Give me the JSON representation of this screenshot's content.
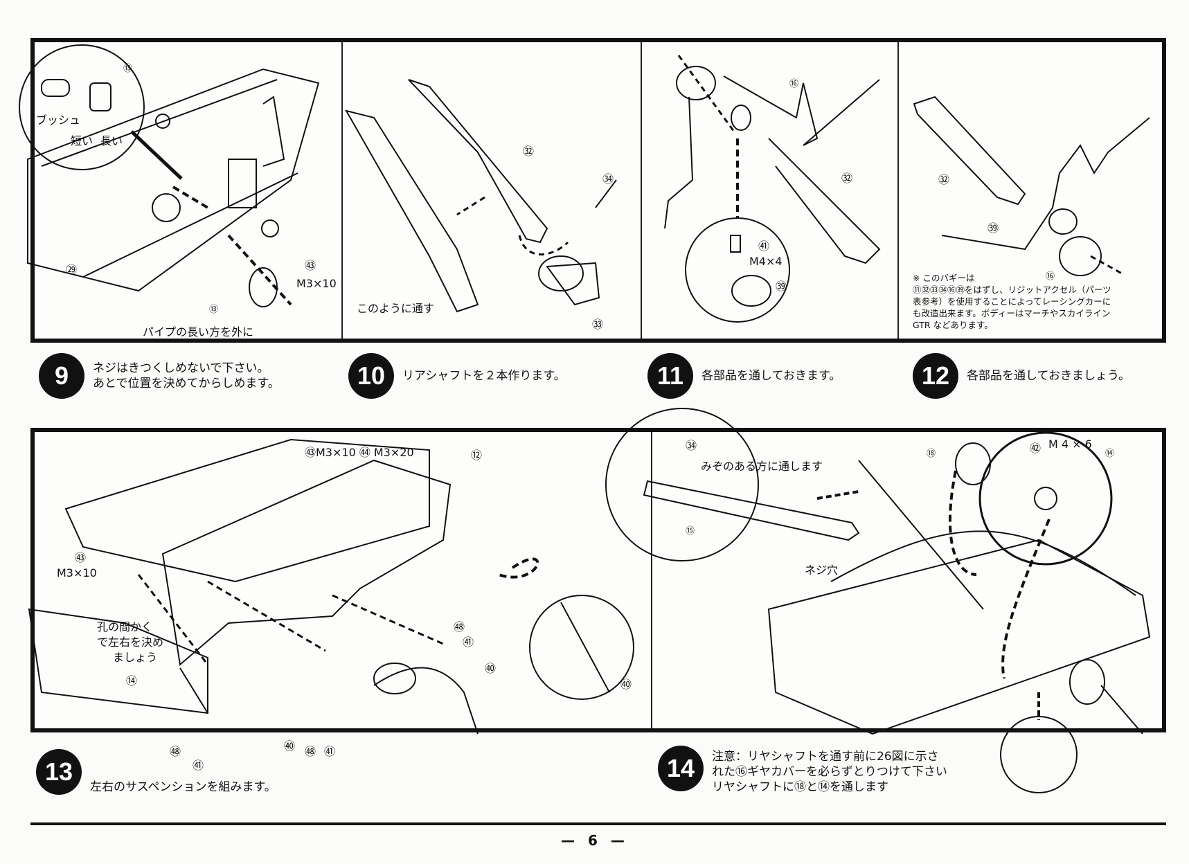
{
  "panels_top": [
    {
      "step": "9",
      "text_lines": [
        "ネジはきつくしめないで下さい。",
        "あとで位置を決めてからしめます。"
      ],
      "labels": {
        "bush": "ブッシュ",
        "short": "短い",
        "long": "長い",
        "part_113a": "⑬",
        "part_29": "㉙",
        "part_73": "㊸",
        "screw": "M3×10",
        "part_113b": "⑬",
        "pipe_note": "パイプの長い方を外に"
      }
    },
    {
      "step": "10",
      "text_lines": [
        "リアシャフトを２本作ります。"
      ],
      "labels": {
        "part_32": "㉜",
        "part_34": "㉞",
        "part_33": "㉝",
        "pass_note": "このように通す"
      }
    },
    {
      "step": "11",
      "text_lines": [
        "各部品を通しておきます。"
      ],
      "labels": {
        "part_116": "⑯",
        "part_32": "㉜",
        "part_71": "㊶",
        "screw": "M4×4",
        "part_39": "㊴"
      }
    },
    {
      "step": "12",
      "text_lines": [
        "各部品を通しておきましょう。"
      ],
      "labels": {
        "part_32": "㉜",
        "part_39": "㊴",
        "part_116": "⑯"
      },
      "note_lines": [
        "※ このバギーは",
        "⑪㉜㉝㉞⑯㊴をはずし、リジットアクセル（パーツ",
        "表参考）を使用することによってレーシングカーに",
        "も改造出来ます。ボディーはマーチやスカイライン",
        "GTR などあります。"
      ]
    }
  ],
  "panels_bottom": [
    {
      "step": "13",
      "text_lines": [
        "左右のサスペンションを組みます。"
      ],
      "labels": {
        "screws_top": "㊸M3×10 ㊹ M3×20",
        "part_12": "⑫",
        "part_73": "㊸",
        "screw_left": "M3×10",
        "hole_note_1": "孔の間かく",
        "hole_note_2": "で左右を決め",
        "hole_note_3": "ましょう",
        "part_14": "⑭",
        "part_84a": "㊽",
        "part_81a": "㊶",
        "part_84b": "㊽",
        "part_81b": "㊶",
        "part_40a": "㊵",
        "part_84c": "㊽",
        "part_81c": "㊶",
        "part_40b": "㊵",
        "part_40c": "㊵"
      }
    },
    {
      "step": "14",
      "text_lines": [
        "注意：リヤシャフトを通す前に26図に示さ",
        "れた⑯ギヤカバーを必らずとりつけて下さい",
        "リヤシャフトに⑱と⑭を通します"
      ],
      "labels": {
        "part_34": "㉞",
        "groove_note": "みぞのある方に通します",
        "part_115": "⑮",
        "screw_hole": "ネジ穴",
        "part_108": "⑱",
        "part_72": "㊷",
        "screw": "M 4 × 6",
        "part_114": "⑭"
      }
    }
  ],
  "page": {
    "number": "— 6 —"
  }
}
